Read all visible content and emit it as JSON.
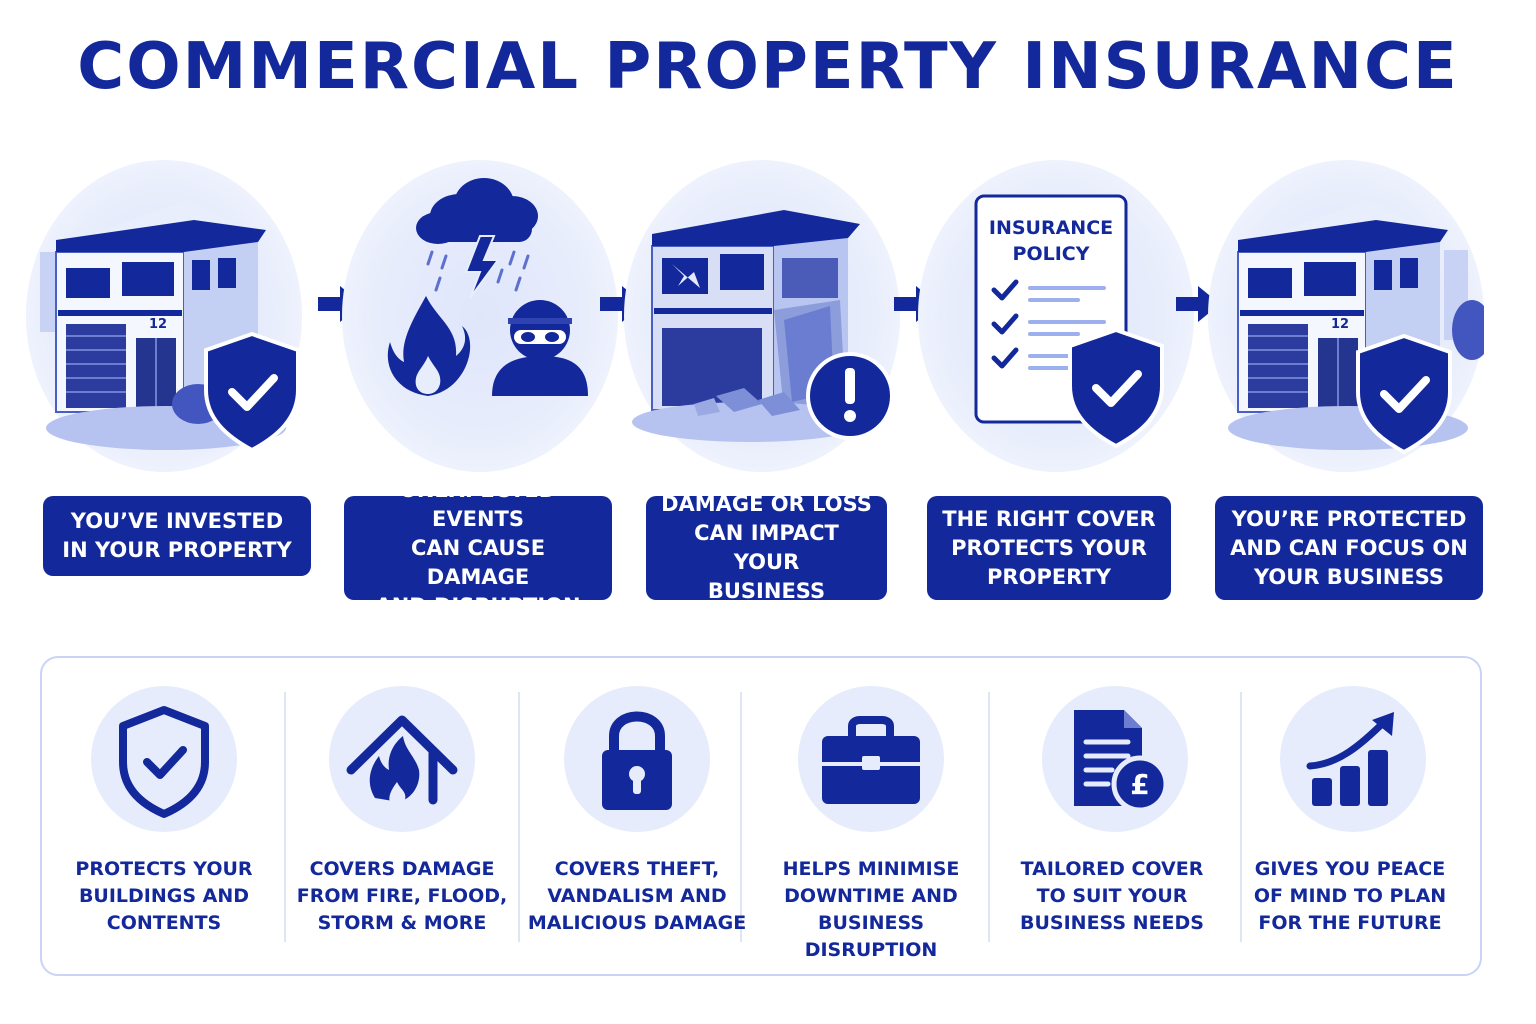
{
  "title": "COMMERCIAL PROPERTY INSURANCE",
  "steps": [
    {
      "label": "YOU’VE INVESTED\nIN YOUR PROPERTY",
      "icon": "office-building-with-shield-icon",
      "building_number": "12"
    },
    {
      "label": "UNEXPECTED EVENTS\nCAN CAUSE DAMAGE\nAND DISRUPTION",
      "icon": "storm-fire-thief-icon"
    },
    {
      "label": "DAMAGE OR LOSS\nCAN IMPACT YOUR\nBUSINESS",
      "icon": "damaged-building-with-alert-icon"
    },
    {
      "label": "THE RIGHT COVER\nPROTECTS YOUR\nPROPERTY",
      "icon": "insurance-policy-document-icon",
      "doc_title_1": "INSURANCE",
      "doc_title_2": "POLICY"
    },
    {
      "label": "YOU’RE PROTECTED\nAND CAN FOCUS ON\nYOUR BUSINESS",
      "icon": "office-building-with-shield-icon",
      "building_number": "12"
    }
  ],
  "benefits": [
    {
      "label": "PROTECTS YOUR\nBUILDINGS AND\nCONTENTS",
      "icon": "shield-check-icon"
    },
    {
      "label": "COVERS DAMAGE\nFROM FIRE, FLOOD,\nSTORM & MORE",
      "icon": "house-fire-icon"
    },
    {
      "label": "COVERS THEFT,\nVANDALISM AND\nMALICIOUS DAMAGE",
      "icon": "padlock-icon"
    },
    {
      "label": "HELPS MINIMISE\nDOWNTIME AND\nBUSINESS DISRUPTION",
      "icon": "briefcase-icon"
    },
    {
      "label": "TAILORED COVER\nTO SUIT YOUR\nBUSINESS NEEDS",
      "icon": "document-pound-icon",
      "currency_symbol": "£"
    },
    {
      "label": "GIVES YOU PEACE\nOF MIND TO PLAN\nFOR THE FUTURE",
      "icon": "growth-chart-icon"
    }
  ],
  "colors": {
    "primary": "#13289a",
    "light": "#e6ecfc",
    "mid": "#7f95e0",
    "border": "#c9d4f6"
  }
}
